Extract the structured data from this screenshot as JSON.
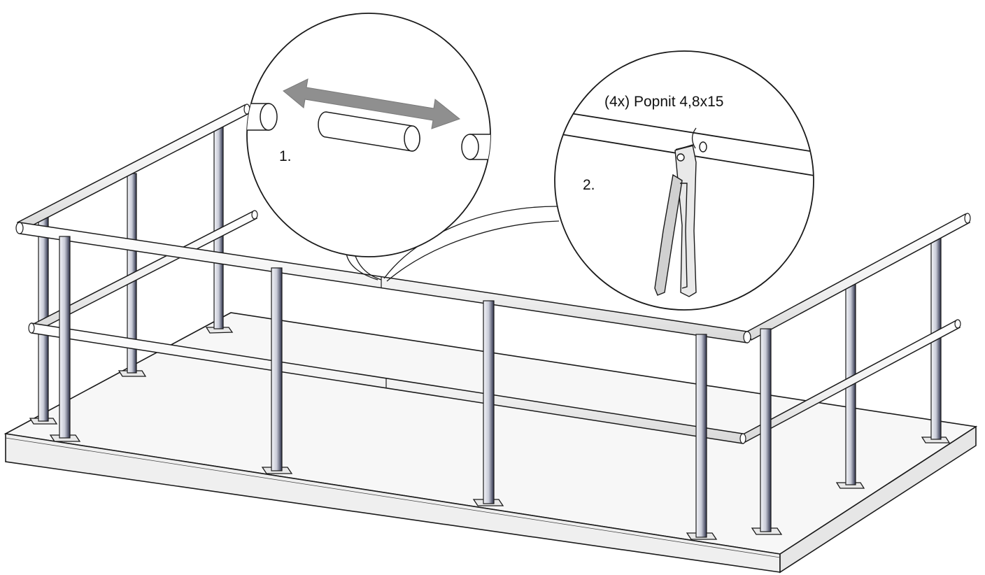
{
  "callouts": {
    "step1": {
      "label": "1."
    },
    "step2": {
      "label": "2.",
      "caption": "(4x) Popnit 4,8x15"
    }
  },
  "colors": {
    "line": "#1a1a1a",
    "tube": "#f2f2f2",
    "post": "#d6d8e0",
    "post_dark": "#3a3f5a",
    "arrow": "#8f8f8f",
    "platform": "#f4f4f4"
  },
  "icons": [
    "double-arrow-icon",
    "rivet-gun-icon"
  ]
}
